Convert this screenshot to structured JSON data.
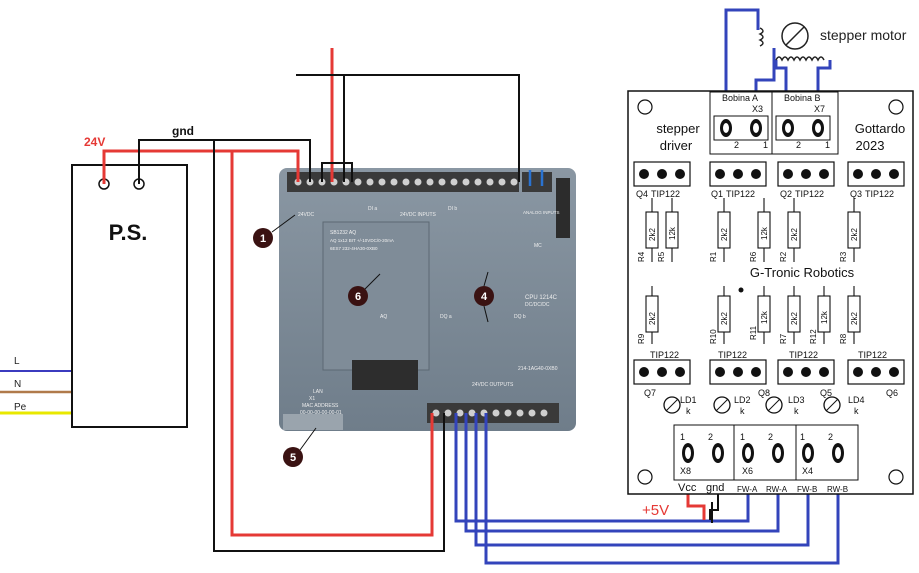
{
  "power_supply": {
    "label": "P.S.",
    "v24_label": "24V",
    "gnd_label": "gnd"
  },
  "mains": {
    "l": "L",
    "n": "N",
    "pe": "Pe"
  },
  "plc": {
    "model": "CPU 1214C",
    "model_sub": "DC/DC/DC",
    "order_number": "214-1AG40-0XB0",
    "terminal_top_left": "24VDC",
    "terminal_top_mid": "24VDC INPUTS",
    "di_a": "DI a",
    "di_b": "DI b",
    "dq_a": "DQ a",
    "dq_b": "DQ b",
    "outputs_label": "24VDC OUTPUTS",
    "analog_label": "ANALOG INPUTS",
    "mc_label": "MC",
    "lan_label": "LAN",
    "mac_label": "MAC ADDRESS",
    "mac_value": "00-00-00-00-00-01",
    "x1_label": "X1",
    "signal_board": {
      "code": "SB1232 AQ",
      "line1": "AQ 1x12 BIT +/-10VDC/0-20mA",
      "line2": "6ES7 232-4HA30-0XB0",
      "aq_label": "AQ"
    },
    "callouts": [
      "1",
      "4",
      "5",
      "6"
    ]
  },
  "motor": {
    "label": "stepper motor"
  },
  "driver_board": {
    "title_line1": "stepper",
    "title_line2": "driver",
    "author_line1": "Gottardo",
    "author_line2": "2023",
    "brand": "G-Tronic Robotics",
    "coil_a": "Bobina A",
    "coil_b": "Bobina B",
    "x3": "X3",
    "x7": "X7",
    "x8": "X8",
    "x6": "X6",
    "x4": "X4",
    "tip": "TIP122",
    "transistors": [
      "Q4",
      "Q1",
      "Q2",
      "Q3",
      "Q7",
      "Q8",
      "Q5",
      "Q6"
    ],
    "resistor_value_2k2": "2k2",
    "resistor_value_12k": "12k",
    "resistors": [
      "R4",
      "R5",
      "R1",
      "R6",
      "R2",
      "R3",
      "R9",
      "R10",
      "R11",
      "R7",
      "R12",
      "R8"
    ],
    "leds": [
      "LD1",
      "LD2",
      "LD3",
      "LD4"
    ],
    "led_k": "k",
    "pin1": "1",
    "pin2": "2",
    "vcc": "Vcc",
    "gnd": "gnd",
    "fw_a": "FW-A",
    "rw_a": "RW-A",
    "fw_b": "FW-B",
    "rw_b": "RW-B"
  },
  "supply_label": "+5V",
  "colors": {
    "red_wire": "#e53935",
    "blue_wire": "#3344bb",
    "black_wire": "#111111",
    "mains_l": "#3b3bbf",
    "mains_n": "#b07a4a",
    "mains_pe": "#e8e800"
  }
}
